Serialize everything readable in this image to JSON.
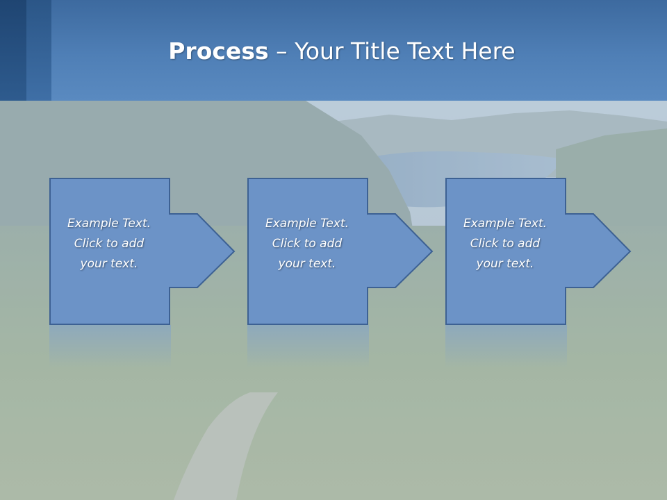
{
  "slide": {
    "title_bold": "Process",
    "title_rest": " – Your Title Text Here"
  },
  "steps": [
    {
      "line1": "Example Text.",
      "line2": "Click  to add",
      "line3": "your text."
    },
    {
      "line1": "Example Text.",
      "line2": "Click  to add",
      "line3": "your text."
    },
    {
      "line1": "Example Text.",
      "line2": "Click  to add",
      "line3": "your text."
    }
  ],
  "colors": {
    "title_bar": "#4f7fb6",
    "shape_fill": "#6c93c7",
    "shape_border": "#3d6193",
    "title_text": "#ffffff"
  },
  "icons": {
    "step_arrow": "right-arrow-icon"
  }
}
